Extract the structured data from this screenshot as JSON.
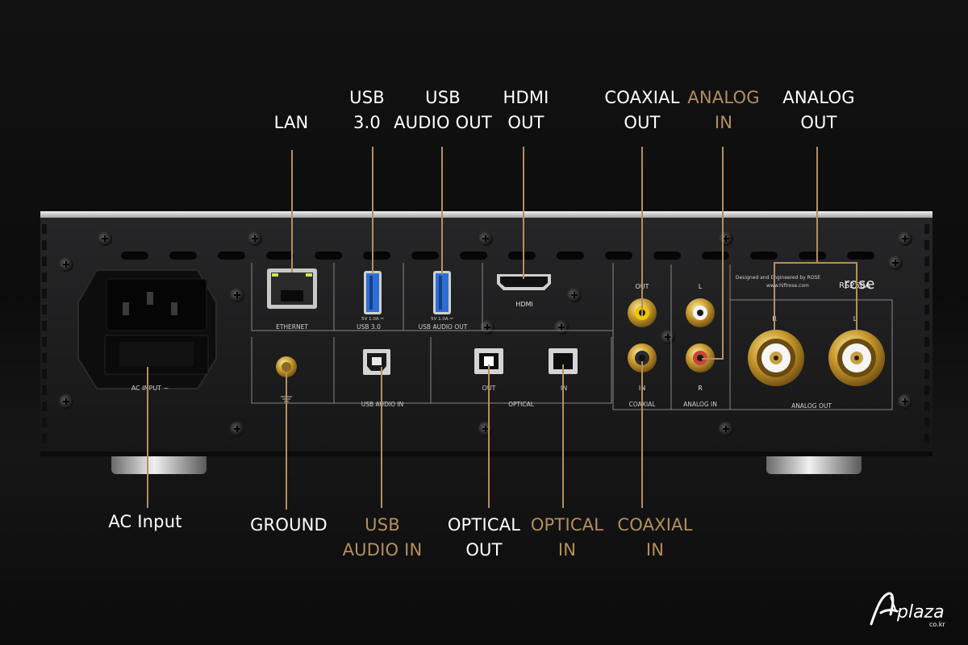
{
  "colors": {
    "accent": "#b58f5d",
    "label_white": "#ffffff",
    "background": "#0c0c0c",
    "chassis": "#1c1c1e"
  },
  "callouts_top": {
    "lan": "LAN",
    "usb30": "USB\n3.0",
    "usb_audio_out": "USB\nAUDIO OUT",
    "hdmi_out": "HDMI\nOUT",
    "coaxial_out": "COAXIAL\nOUT",
    "analog_in": "ANALOG\nIN",
    "analog_out": "ANALOG\nOUT"
  },
  "callouts_bottom": {
    "ac_input": "AC Input",
    "ground": "GROUND",
    "usb_audio_in": "USB\nAUDIO IN",
    "optical_out": "OPTICAL\nOUT",
    "optical_in": "OPTICAL\nIN",
    "coaxial_in": "COAXIAL\nIN"
  },
  "panel": {
    "model": "RS250A",
    "brand_line1": "Designed and Engineered by ROSE",
    "brand_line2": "www.hifirose.com",
    "brand_logo": "rose",
    "ac_input": "AC INPUT ~",
    "ethernet": "ETHERNET",
    "usb30_spec": "5V 1.0A ⎓",
    "usb30": "USB 3.0",
    "usb_audio_out_spec": "5V 1.0A ⎓",
    "usb_audio_out": "USB AUDIO OUT",
    "hdmi": "HDMI",
    "usb_audio_in": "USB AUDIO IN",
    "optical": "OPTICAL",
    "optical_out": "OUT",
    "optical_in": "IN",
    "coaxial": "COAXIAL",
    "coaxial_out": "OUT",
    "coaxial_in": "IN",
    "analog_in": "ANALOG IN",
    "analog_in_l": "L",
    "analog_in_r": "R",
    "analog_out": "ANALOG OUT",
    "analog_out_r": "R",
    "analog_out_l": "L"
  },
  "watermark": {
    "brand": "plaza",
    "domain": "co.kr"
  }
}
